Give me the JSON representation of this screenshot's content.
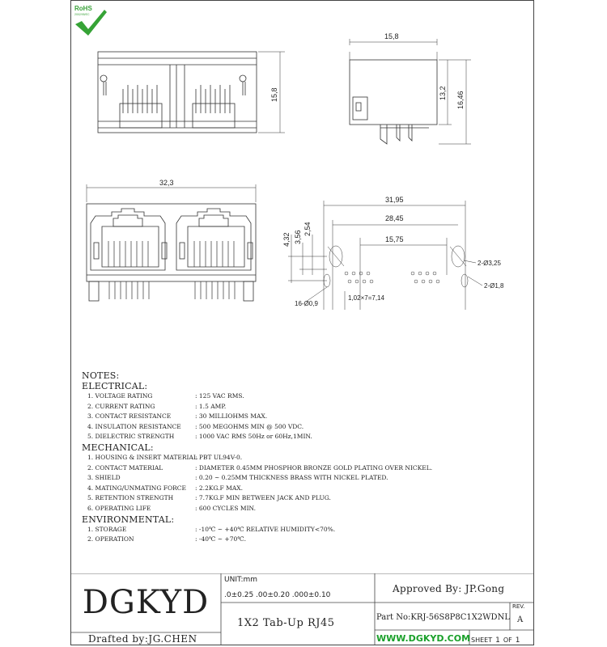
{
  "logo": {
    "text": "RoHS",
    "subtext": "2002/95/EC"
  },
  "dimensions": {
    "top_width": "15,8",
    "top_height": "15,8",
    "side_h1": "13,2",
    "side_h2": "16,46",
    "front_width": "32,3",
    "pcb_width": "31,95",
    "pcb_w2": "28,45",
    "pcb_w3": "15,75",
    "v1": "4,32",
    "v2": "3,56",
    "v3": "2,54",
    "hole_large": "2-Ø3,25",
    "hole_small": "2-Ø1,8",
    "pin_holes": "16-Ø0,9",
    "pitch": "1,02×7=7,14"
  },
  "notes": {
    "title": "NOTES:",
    "electrical": {
      "heading": "ELECTRICAL:",
      "items": [
        {
          "k": "1.  VOLTAGE RATING",
          "v": ": 125 VAC RMS."
        },
        {
          "k": "2.  CURRENT RATING",
          "v": ": 1.5 AMP."
        },
        {
          "k": "3.  CONTACT RESISTANCE",
          "v": ": 30 MILLIOHMS MAX."
        },
        {
          "k": "4.  INSULATION RESISTANCE",
          "v": ": 500 MEGOHMS MIN @ 500 VDC."
        },
        {
          "k": "5.  DIELECTRIC STRENGTH",
          "v": ": 1000 VAC RMS 50Hz or 60Hz,1MIN."
        }
      ]
    },
    "mechanical": {
      "heading": "MECHANICAL:",
      "items": [
        {
          "k": "1. HOUSING & INSERT MATERIAL",
          "v": ": PBT UL94V-0."
        },
        {
          "k": "2.  CONTACT MATERIAL",
          "v": ": DIAMETER 0.45MM PHOSPHOR BRONZE GOLD PLATING OVER NICKEL."
        },
        {
          "k": "3.  SHIELD",
          "v": ": 0.20 ~ 0.25MM THICKNESS BRASS WITH NICKEL PLATED."
        },
        {
          "k": "4.  MATING/UNMATING FORCE",
          "v": ": 2.2KG.F MAX."
        },
        {
          "k": "5.  RETENTION STRENGTH",
          "v": ": 7.7KG.F MIN BETWEEN JACK AND PLUG."
        },
        {
          "k": "6.  OPERATING LIFE",
          "v": ": 600 CYCLES MIN."
        }
      ]
    },
    "environmental": {
      "heading": "ENVIRONMENTAL:",
      "items": [
        {
          "k": "1.  STORAGE",
          "v": ": -10℃ ~ +40℃ RELATIVE HUMIDITY<70%."
        },
        {
          "k": "2.  OPERATION",
          "v": ": -40℃ ~ +70℃."
        }
      ]
    }
  },
  "titleblock": {
    "company": "DGKYD",
    "drafted": "Drafted by:JG.CHEN",
    "unit": "UNIT:mm",
    "tolerance": ".0±0.25   .00±0.20   .000±0.10",
    "title": "1X2 Tab-Up RJ45",
    "approved": "Approved By: JP.Gong",
    "part_no": "Part No:KRJ-56S8P8C1X2WDNL",
    "rev_label": "REV.",
    "rev": "A",
    "website": "WWW.DGKYD.COM",
    "sheet_label": "SHEET",
    "sheet_num": "1",
    "of_label": "OF",
    "sheet_total": "1"
  }
}
